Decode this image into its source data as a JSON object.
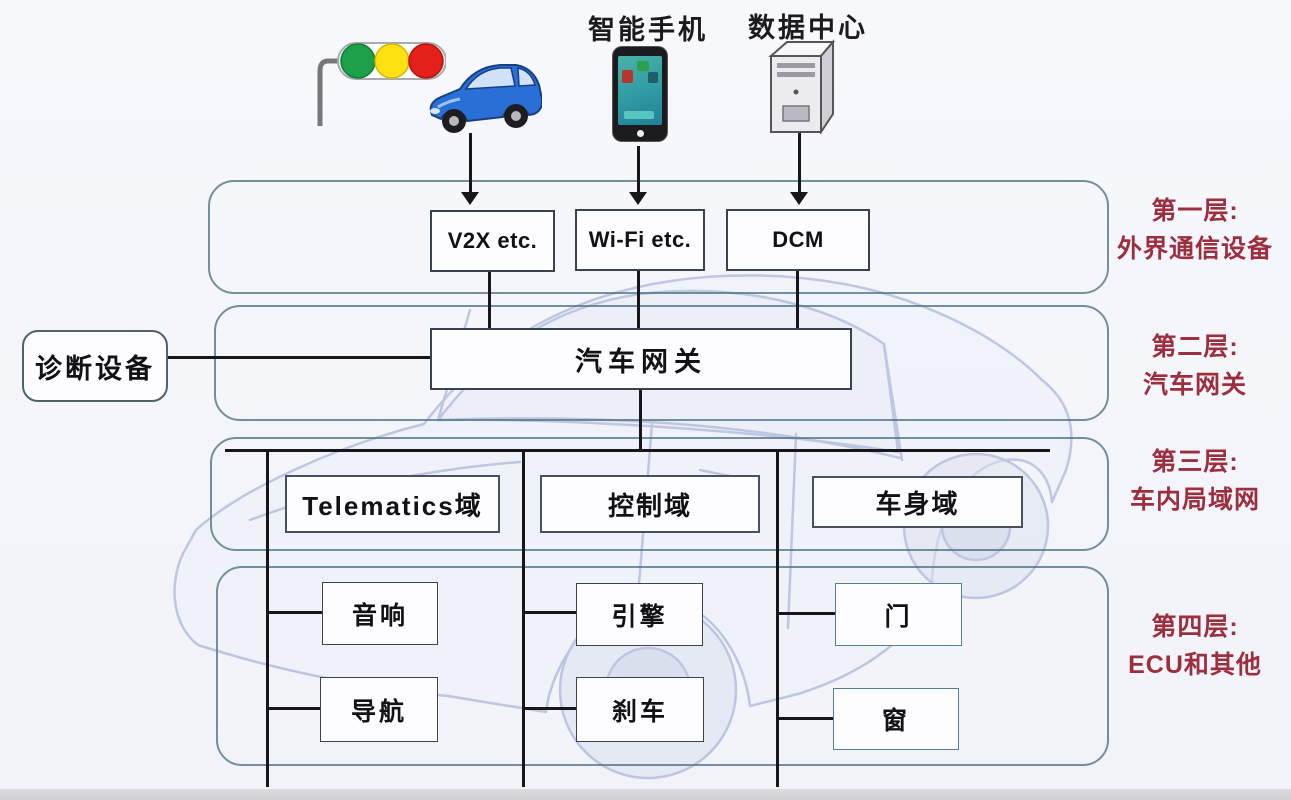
{
  "top": {
    "smartphone_label": "智能手机",
    "datacenter_label": "数据中心",
    "icons": [
      "traffic-light",
      "blue-car",
      "smartphone",
      "server-tower"
    ],
    "traffic_light_colors": {
      "green": "#1ca04a",
      "yellow": "#ffe011",
      "red": "#e32019"
    },
    "car_color": "#2a6fd6"
  },
  "layer1": {
    "boxes": {
      "v2x": "V2X etc.",
      "wifi": "Wi-Fi etc.",
      "dcm": "DCM"
    },
    "label_line1": "第一层:",
    "label_line2": "外界通信设备"
  },
  "layer2": {
    "gateway": "汽车网关",
    "diagnostic": "诊断设备",
    "label_line1": "第二层:",
    "label_line2": "汽车网关"
  },
  "layer3": {
    "domains": {
      "telematics": "Telematics域",
      "control": "控制域",
      "body": "车身域"
    },
    "label_line1": "第三层:",
    "label_line2": "车内局域网"
  },
  "layer4": {
    "ecus": {
      "audio": "音响",
      "navigation": "导航",
      "engine": "引擎",
      "brake": "刹车",
      "door": "门",
      "window": "窗"
    },
    "label_line1": "第四层:",
    "label_line2": "ECU和其他"
  },
  "colors": {
    "layer_label_red": "#9c2e3e",
    "connector_black": "#17171b",
    "container_border": "#54758a",
    "node_background": "#fdfdff",
    "page_background": "#f5f7fb",
    "watermark_blue": "#93a1cd"
  }
}
